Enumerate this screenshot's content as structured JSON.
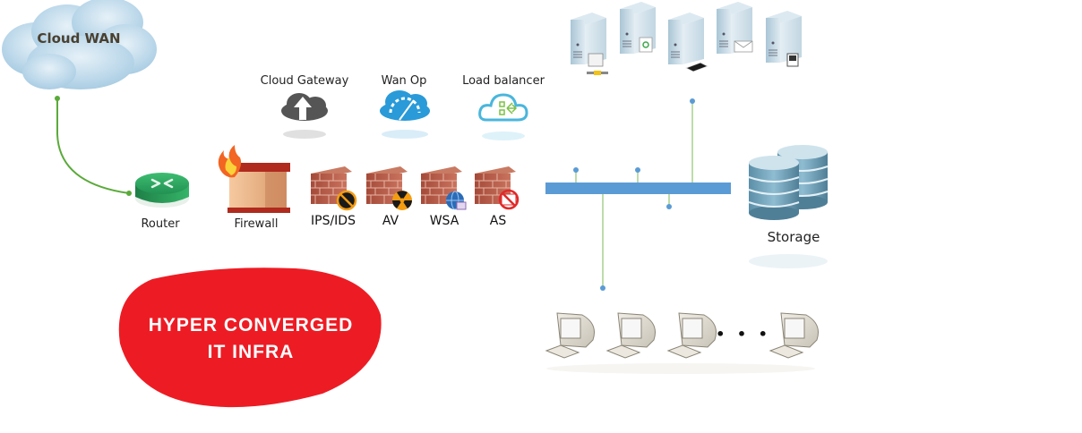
{
  "diagram": {
    "title_badge": {
      "line1": "HYPER CONVERGED",
      "line2": "IT INFRA",
      "color": "#ed1c24"
    },
    "cloud_wan": {
      "label": "Cloud WAN"
    },
    "router": {
      "label": "Router"
    },
    "firewall": {
      "label": "Firewall"
    },
    "cloud_services": [
      {
        "label": "Cloud Gateway",
        "icon": "cloud-upload-icon",
        "color": "#555555"
      },
      {
        "label": "Wan Op",
        "icon": "cloud-speedometer-icon",
        "color": "#2a9ad8"
      },
      {
        "label": "Load balancer",
        "icon": "cloud-load-balancer-icon",
        "color": "#4ab6dc"
      }
    ],
    "security_walls": [
      {
        "label": "IPS/IDS",
        "badge": "blocked-icon"
      },
      {
        "label": "AV",
        "badge": "radiation-icon"
      },
      {
        "label": "WSA",
        "badge": "globe-icon"
      },
      {
        "label": "AS",
        "badge": "no-mail-icon"
      }
    ],
    "servers": [
      {
        "badge": "fax-network-icon"
      },
      {
        "badge": "recycle-doc-icon"
      },
      {
        "badge": "scanner-icon"
      },
      {
        "badge": "mail-icon"
      },
      {
        "badge": "terminal-icon"
      }
    ],
    "storage": {
      "label": "Storage"
    },
    "clients": {
      "count_visible": 4,
      "ellipsis": "• • •"
    },
    "colors": {
      "bus": "#5b9bd5",
      "connector_line": "#a8d08d",
      "connector_dot": "#5b9bd5",
      "wan_link": "#5aaa3a",
      "router": "#2e9e5b"
    }
  }
}
